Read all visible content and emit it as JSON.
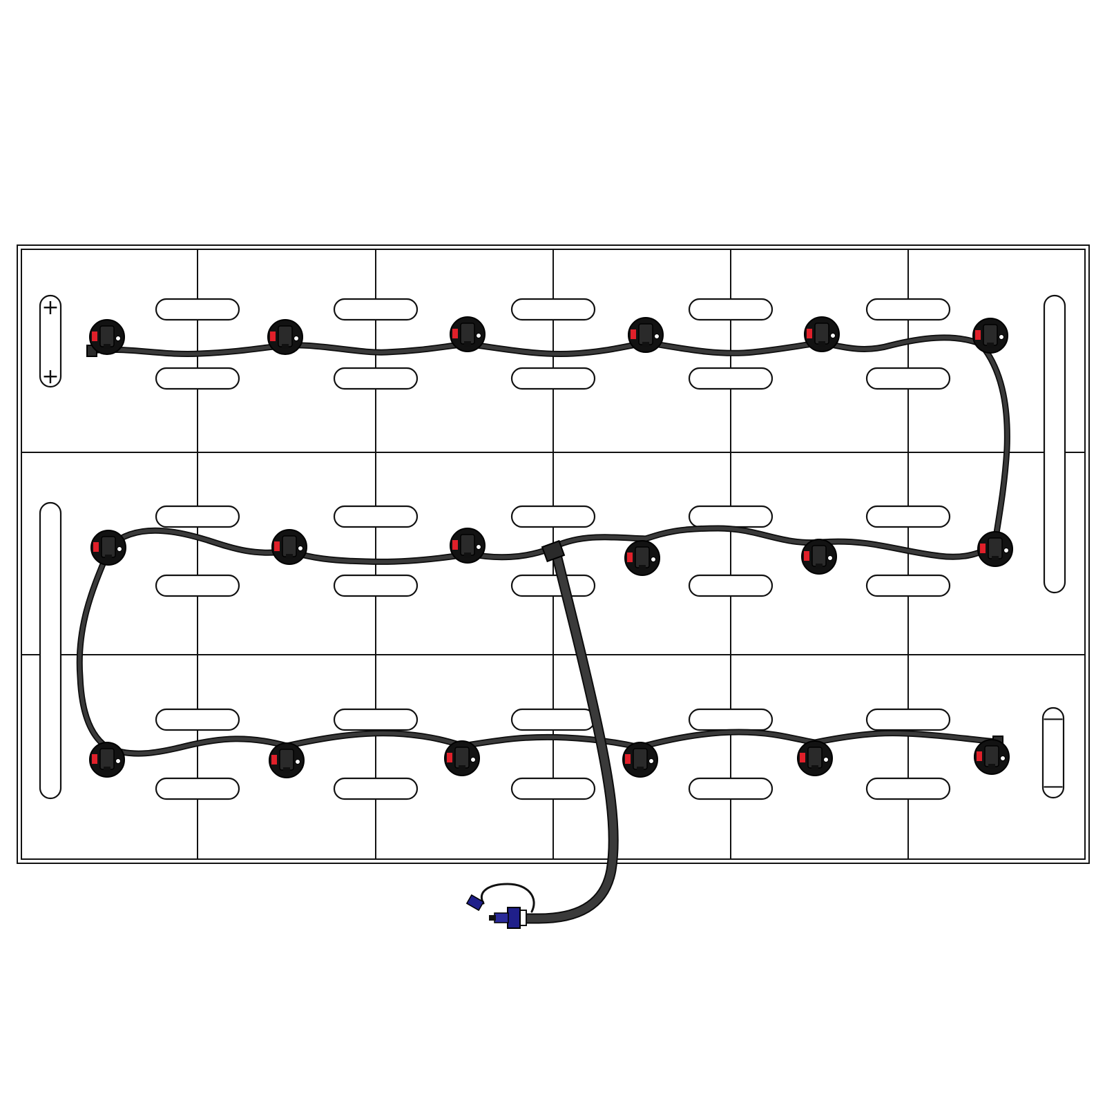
{
  "terminals": {
    "positive_top": "+",
    "positive_bottom": "+",
    "negative_top": "—",
    "negative_bottom": "—"
  },
  "cells": {
    "rows": 3,
    "columns": 6,
    "plugs_per_row": 6,
    "total_plugs": 18
  },
  "colors": {
    "hose": "#3a3a3a",
    "plug": "#121212",
    "plug_accent": "#e0202a",
    "coupling": "#1f1f8a",
    "frame": "#111111"
  },
  "icons": {
    "plug": "watering-plug-icon",
    "t_connector": "t-connector-icon",
    "coupling": "quick-coupling-icon"
  }
}
